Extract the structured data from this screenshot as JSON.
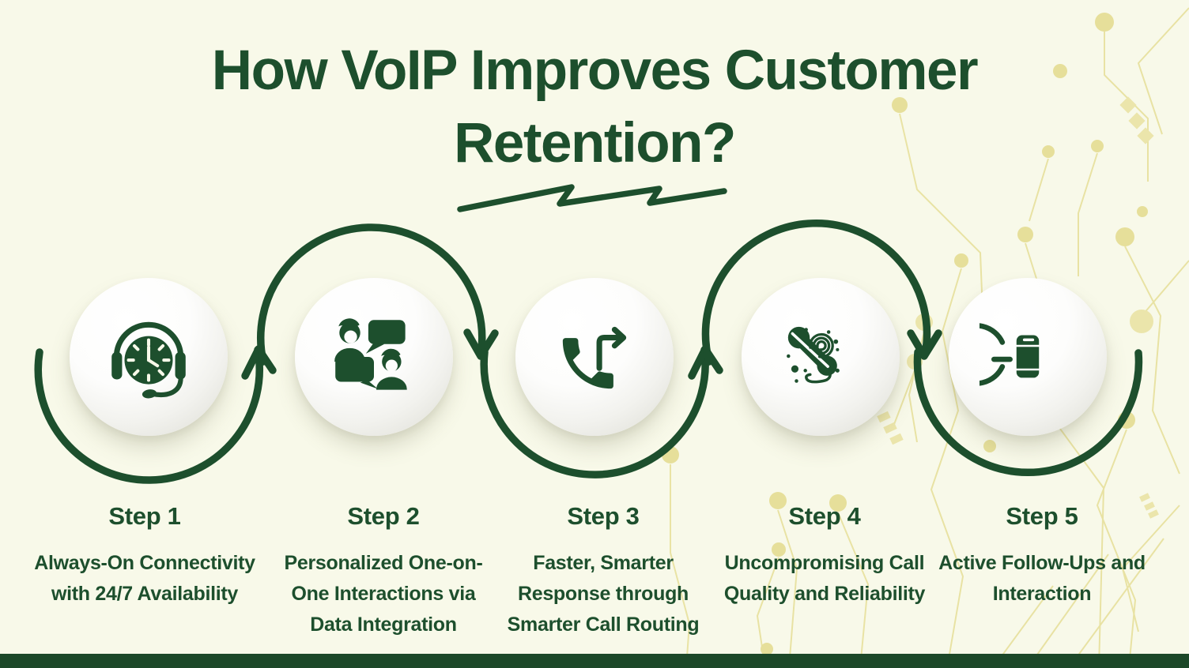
{
  "infographic": {
    "title": "How VoIP Improves Customer Retention?",
    "colors": {
      "background": "#f8f9e9",
      "accent_green": "#1d4f2d",
      "footer_bar": "#1c4828",
      "circuit_pattern": "#e7e09c",
      "sphere": "#ffffff"
    },
    "steps": [
      {
        "label": "Step 1",
        "description": "Always-On Connectivity\nwith 24/7 Availability",
        "icon": "headset-clock-icon"
      },
      {
        "label": "Step 2",
        "description": "Personalized One-on-\nOne Interactions via\nData Integration",
        "icon": "chat-users-icon"
      },
      {
        "label": "Step 3",
        "description": "Faster, Smarter\nResponse through\nSmarter Call Routing",
        "icon": "call-forward-icon"
      },
      {
        "label": "Step 4",
        "description": "Uncompromising Call\nQuality and Reliability",
        "icon": "phone-signal-icon"
      },
      {
        "label": "Step 5",
        "description": "Active Follow-Ups and\nInteraction",
        "icon": "phone-refresh-icon"
      }
    ]
  }
}
